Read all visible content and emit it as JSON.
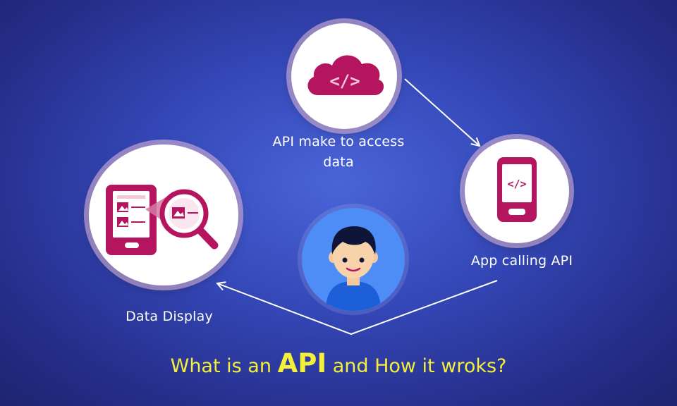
{
  "nodes": {
    "cloud": {
      "icon": "cloud-code-icon",
      "code": "</>",
      "label_line1": "API make to access",
      "label_line2": "data"
    },
    "phone": {
      "icon": "mobile-code-icon",
      "code": "</>",
      "label": "App calling API"
    },
    "display": {
      "icon": "phone-magnifier-icon",
      "label": "Data Display"
    },
    "user": {
      "icon": "user-avatar-icon"
    }
  },
  "title": {
    "prefix": "What is an",
    "highlight": "API",
    "suffix": "and How it wroks?"
  },
  "colors": {
    "accent": "#b5155f",
    "title": "#f3ef3a",
    "arrow": "#ffffff"
  }
}
